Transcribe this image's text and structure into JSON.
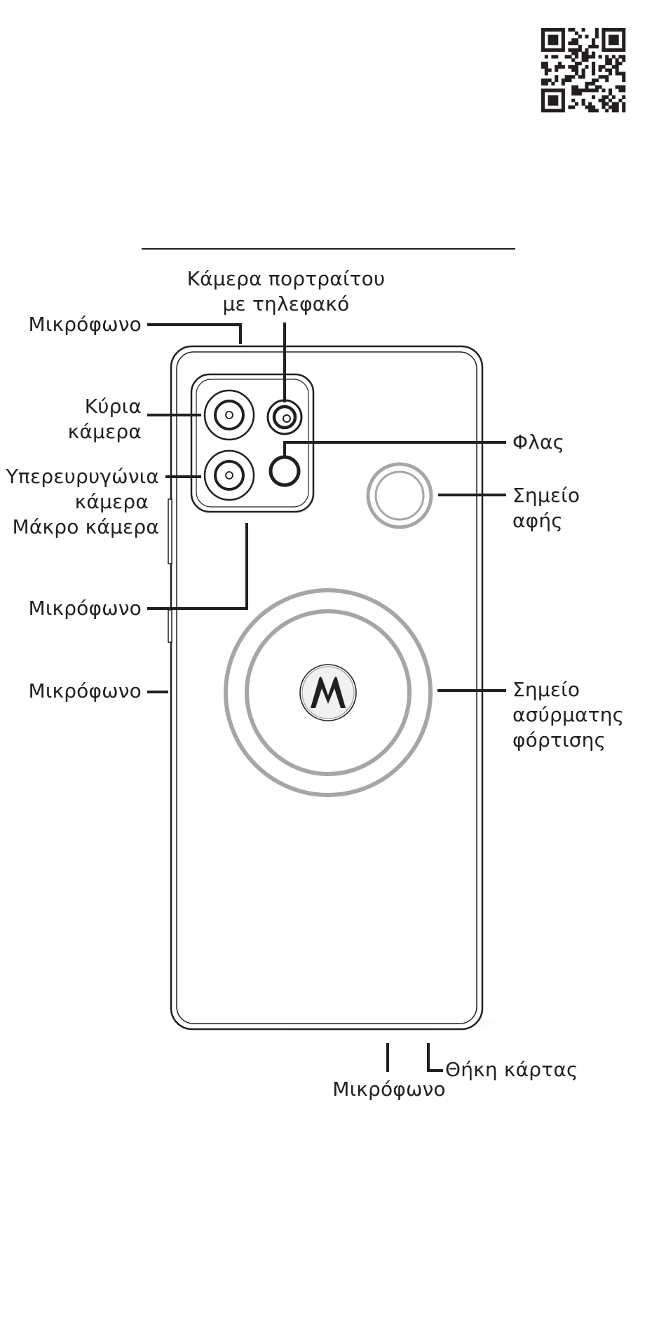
{
  "qr_code": {
    "icon": "qr-code-icon"
  },
  "labels": {
    "portrait_camera": [
      "Κάμερα πορτραίτου",
      "με τηλεφακό"
    ],
    "mic_top": "Μικρόφωνο",
    "main_camera": [
      "Κύρια",
      "κάμερα"
    ],
    "flash": "Φλας",
    "ultrawide_camera": [
      "Υπερευρυγώνια",
      "κάμερα"
    ],
    "macro_camera": "Μάκρο κάμερα",
    "touch_point": [
      "Σημείο",
      "αφής"
    ],
    "mic_left_middle": "Μικρόφωνο",
    "mic_side": "Μικρόφωνο",
    "wireless_charging": [
      "Σημείο",
      "ασύρματης",
      "φόρτισης"
    ],
    "card_tray": "Θήκη κάρτας",
    "mic_bottom": "Μικρόφωνο"
  },
  "logo": {
    "icon": "motorola-logo-icon"
  },
  "colors": {
    "ink": "#231f20",
    "ring_gray": "#a6a6a6"
  }
}
